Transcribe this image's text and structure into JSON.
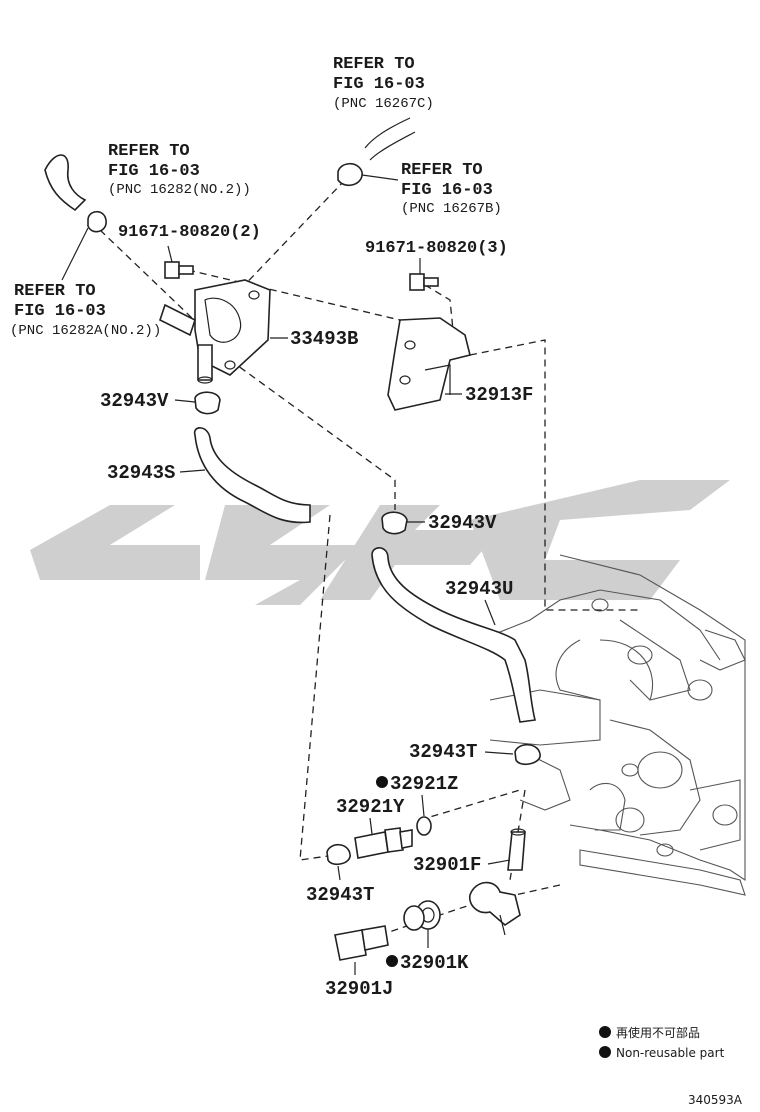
{
  "refers": {
    "r1": {
      "line1": "REFER TO",
      "line2": "FIG 16-03",
      "line3": "(PNC 16267C)"
    },
    "r2": {
      "line1": "REFER TO",
      "line2": "FIG 16-03",
      "line3": "(PNC 16282(NO.2))"
    },
    "r3": {
      "line1": "REFER TO",
      "line2": "FIG 16-03",
      "line3": "(PNC 16267B)"
    },
    "r4": {
      "line1": "REFER TO",
      "line2": "FIG 16-03",
      "line3": "(PNC 16282A(NO.2))"
    }
  },
  "parts": {
    "bolt_a": "91671-80820(2)",
    "bolt_b": "91671-80820(3)",
    "p33493B": "33493B",
    "p32913F": "32913F",
    "p32943V_a": "32943V",
    "p32943S": "32943S",
    "p32943V_b": "32943V",
    "p32943U": "32943U",
    "p32943T_a": "32943T",
    "p32921Z": "32921Z",
    "p32921Y": "32921Y",
    "p32901F": "32901F",
    "p32943T_b": "32943T",
    "p32901K": "32901K",
    "p32901J": "32901J"
  },
  "legend": {
    "jp": "再使用不可部品",
    "en": "Non-reusable part"
  },
  "figure_code": "340593A"
}
